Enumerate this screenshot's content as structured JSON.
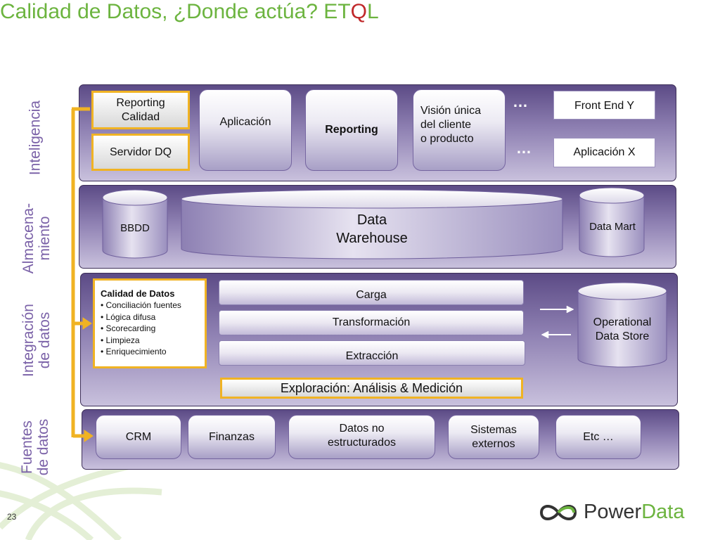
{
  "title": {
    "prefix": "Calidad de Datos, ¿Donde actúa?   ET",
    "q": "Q",
    "l": "L"
  },
  "side_labels": {
    "inteligencia": "Inteligencia",
    "almacenamiento_1": "Almacena-",
    "almacenamiento_2": "miento",
    "integracion_1": "Integración",
    "integracion_2": "de datos",
    "fuentes_1": "Fuentes",
    "fuentes_2": "de datos"
  },
  "inteligencia": {
    "reporting_calidad_1": "Reporting",
    "reporting_calidad_2": "Calidad",
    "servidor_dq": "Servidor DQ",
    "aplicacion": "Aplicación",
    "reporting": "Reporting",
    "vision_1": "Visión única",
    "vision_2": "del cliente",
    "vision_3": "o producto",
    "ellipsis": "…",
    "front_end": "Front End Y",
    "aplicacion_x": "Aplicación X"
  },
  "almacenamiento": {
    "bbdd": "BBDD",
    "dw_1": "Data",
    "dw_2": "Warehouse",
    "data_mart": "Data Mart"
  },
  "integracion": {
    "dq_heading": "Calidad de Datos",
    "dq_items": [
      "• Conciliación fuentes",
      "• Lógica difusa",
      "• Scorecarding",
      "• Limpieza",
      "• Enriquecimiento"
    ],
    "carga": "Carga",
    "transformacion": "Transformación",
    "extraccion": "Extracción",
    "exploracion": "Exploración: Análisis & Medición",
    "ods_1": "Operational",
    "ods_2": "Data Store"
  },
  "fuentes": {
    "crm": "CRM",
    "finanzas": "Finanzas",
    "datos_no_1": "Datos no",
    "datos_no_2": "estructurados",
    "sistemas_1": "Sistemas",
    "sistemas_2": "externos",
    "etc": "Etc …"
  },
  "logo": {
    "power": "Power",
    "data": "Data"
  },
  "page_number": "23",
  "colors": {
    "accent_green": "#6cb43f",
    "accent_red": "#c0282a",
    "purple": "#7b62a8",
    "gold": "#f0b323"
  }
}
